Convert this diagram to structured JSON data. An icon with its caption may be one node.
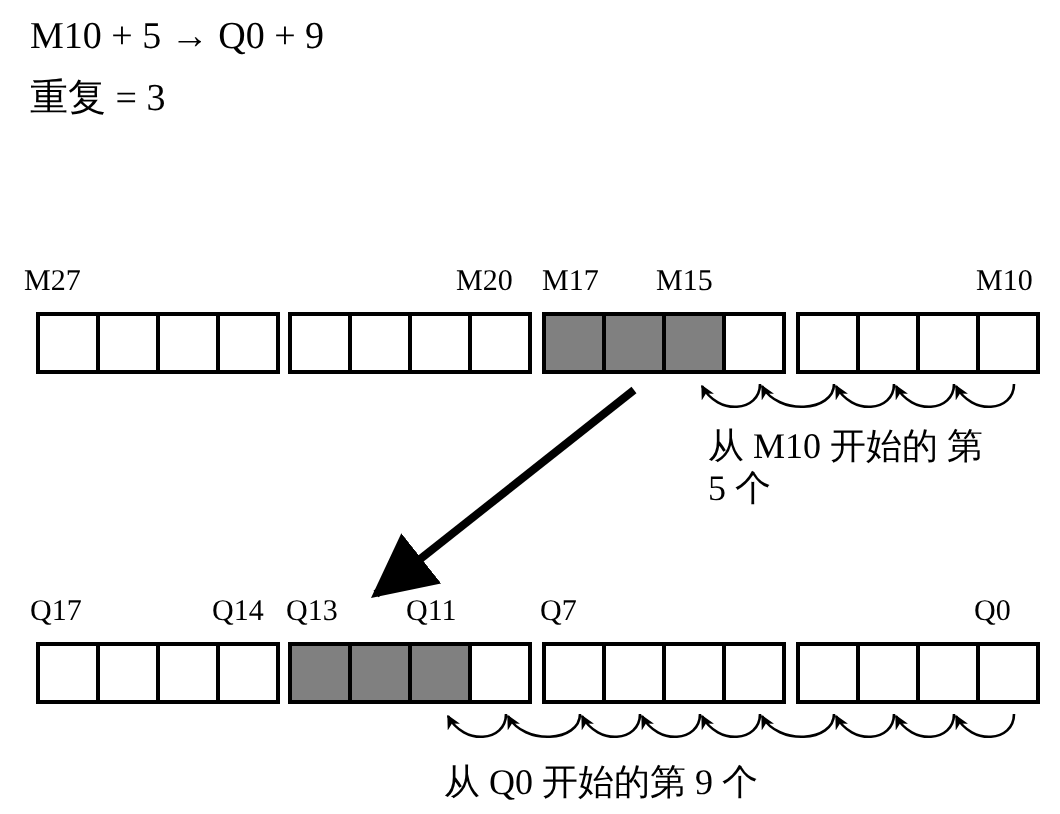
{
  "diagram": {
    "nodes": [
      {
        "text": [],
        "shape": "box"
      },
      {
        "text": [],
        "shape": "box"
      },
      {
        "text": [],
        "shape": "box"
      },
      {
        "text": [],
        "shape": "box"
      },
      {
        "text": [],
        "shape": "box"
      },
      {
        "text": [],
        "shape": "box"
      },
      {
        "text": [],
        "shape": "box"
      },
      {
        "text": [],
        "shape": "box"
      },
      {
        "text": [],
        "shape": "box"
      },
      {
        "text": [],
        "shape": "box"
      },
      {
        "text": [],
        "shape": "box"
      },
      {
        "text": [],
        "shape": "box"
      },
      {
        "text": [],
        "shape": "box"
      },
      {
        "text": [],
        "shape": "box"
      },
      {
        "text": [],
        "shape": "box"
      },
      {
        "text": [],
        "shape": "box"
      },
      {
        "text": [],
        "shape": "box"
      },
      {
        "text": [],
        "shape": "box"
      },
      {
        "text": [],
        "shape": "box"
      },
      {
        "text": [],
        "shape": "box"
      },
      {
        "text": [],
        "shape": "box"
      },
      {
        "text": [],
        "shape": "box"
      },
      {
        "text": [],
        "shape": "box"
      },
      {
        "text": [],
        "shape": "box"
      },
      {
        "text": [],
        "shape": "box"
      },
      {
        "text": [],
        "shape": "box"
      },
      {
        "text": [],
        "shape": "box"
      },
      {
        "text": [],
        "shape": "box"
      },
      {
        "text": [],
        "shape": "box"
      },
      {
        "text": [],
        "shape": "box"
      },
      {
        "text": [],
        "shape": "box"
      },
      {
        "text": [],
        "shape": "box"
      }
    ],
    "edges": [
      {
        "from": 9,
        "to": 21,
        "arrow": "to",
        "style": "thick"
      },
      {
        "from": 15,
        "to": 14,
        "arrow": "to"
      },
      {
        "from": 14,
        "to": 13,
        "arrow": "to"
      },
      {
        "from": 13,
        "to": 12,
        "arrow": "to"
      },
      {
        "from": 12,
        "to": 11,
        "arrow": "to"
      },
      {
        "from": 11,
        "to": 10,
        "arrow": "to"
      },
      {
        "from": 31,
        "to": 30,
        "arrow": "to"
      },
      {
        "from": 30,
        "to": 29,
        "arrow": "to"
      },
      {
        "from": 29,
        "to": 28,
        "arrow": "to"
      },
      {
        "from": 28,
        "to": 27,
        "arrow": "to"
      },
      {
        "from": 27,
        "to": 26,
        "arrow": "to"
      },
      {
        "from": 26,
        "to": 25,
        "arrow": "to"
      },
      {
        "from": 25,
        "to": 24,
        "arrow": "to"
      },
      {
        "from": 24,
        "to": 23,
        "arrow": "to"
      },
      {
        "from": 23,
        "to": 22,
        "arrow": "to"
      }
    ],
    "labels": [
      "M10 + 5 → Q0 + 9",
      "重复 = 3",
      "M27",
      "M20",
      "M17",
      "M15",
      "M10",
      "从 M10 开始的 第 5 个",
      "Q17",
      "Q14",
      "Q13",
      "Q11",
      "Q7",
      "Q0",
      "从 Q0 开始的第 9 个"
    ]
  }
}
